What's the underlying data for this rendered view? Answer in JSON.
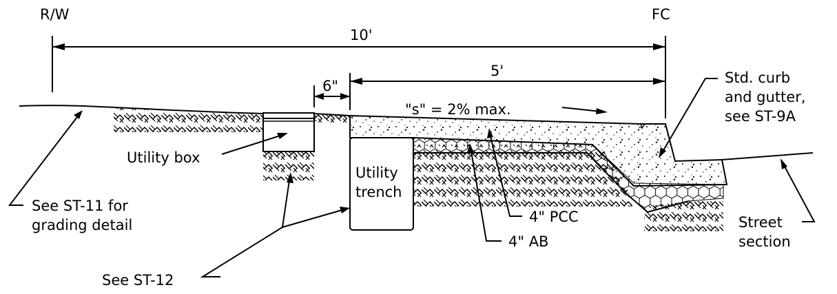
{
  "markers": {
    "rw": "R/W",
    "fc": "FC"
  },
  "dimensions": {
    "total": "10'",
    "sidewalk": "5'",
    "offset": "6\""
  },
  "slope": "\"s\" = 2% max.",
  "labels": {
    "utility_box": "Utility box",
    "utility_trench_1": "Utility",
    "utility_trench_2": "trench",
    "grading_1": "See ST-11 for",
    "grading_2": "grading detail",
    "see_st12": "See ST-12",
    "pcc": "4\" PCC",
    "ab": "4\" AB",
    "curb_1": "Std. curb",
    "curb_2": "and gutter,",
    "curb_3": "see ST-9A",
    "street_1": "Street",
    "street_2": "section"
  }
}
